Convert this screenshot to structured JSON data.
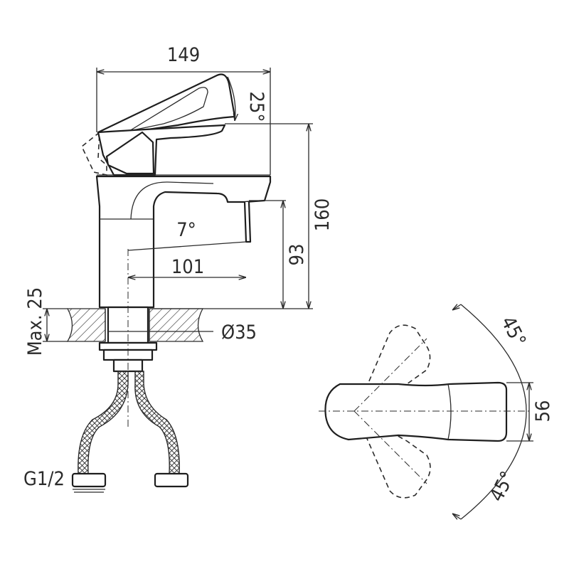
{
  "dimensions": {
    "width_total": "149",
    "lever_angle": "25°",
    "height_total": "160",
    "spout_angle": "7°",
    "spout_reach": "101",
    "spout_height": "93",
    "max_deck": "Max. 25",
    "hole_diameter": "Ø35",
    "connection": "G1/2",
    "rotation_upper": "45°",
    "rotation_lower": "45°",
    "lever_width": "56"
  }
}
